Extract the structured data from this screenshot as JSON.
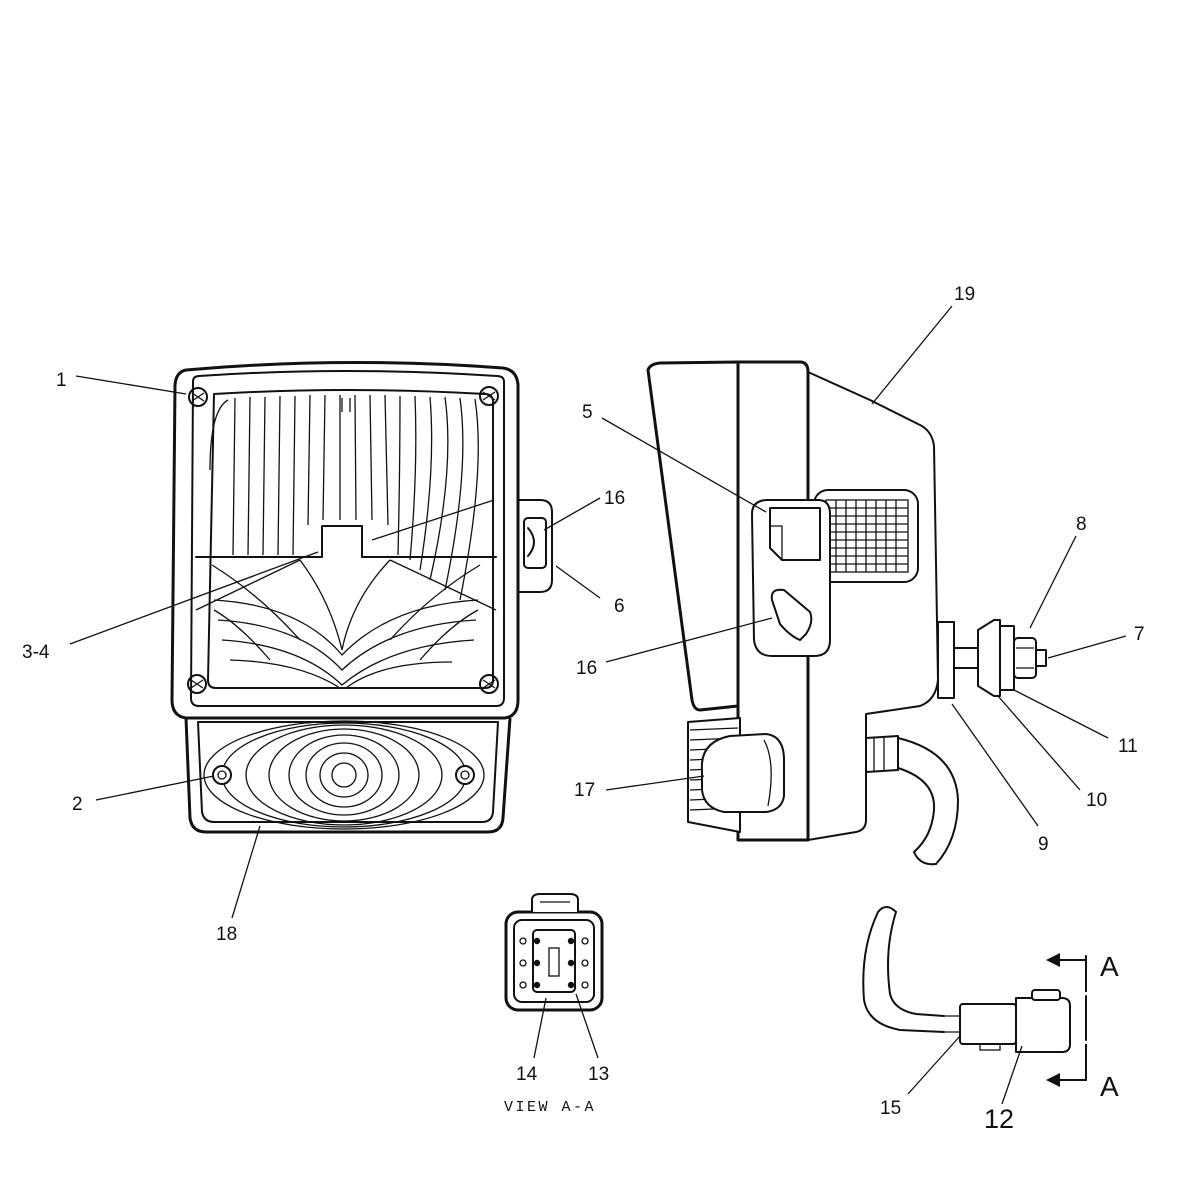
{
  "callouts": {
    "c1": "1",
    "c2": "2",
    "c3_4": "3-4",
    "c5": "5",
    "c6": "6",
    "c7": "7",
    "c8": "8",
    "c9": "9",
    "c10": "10",
    "c11": "11",
    "c12": "12",
    "c13": "13",
    "c14": "14",
    "c15": "15",
    "c16_top": "16",
    "c16_mid": "16",
    "c17": "17",
    "c18": "18",
    "c19": "19"
  },
  "section_marks": {
    "top": "A",
    "bottom": "A"
  },
  "view_label": "VIEW A-A"
}
